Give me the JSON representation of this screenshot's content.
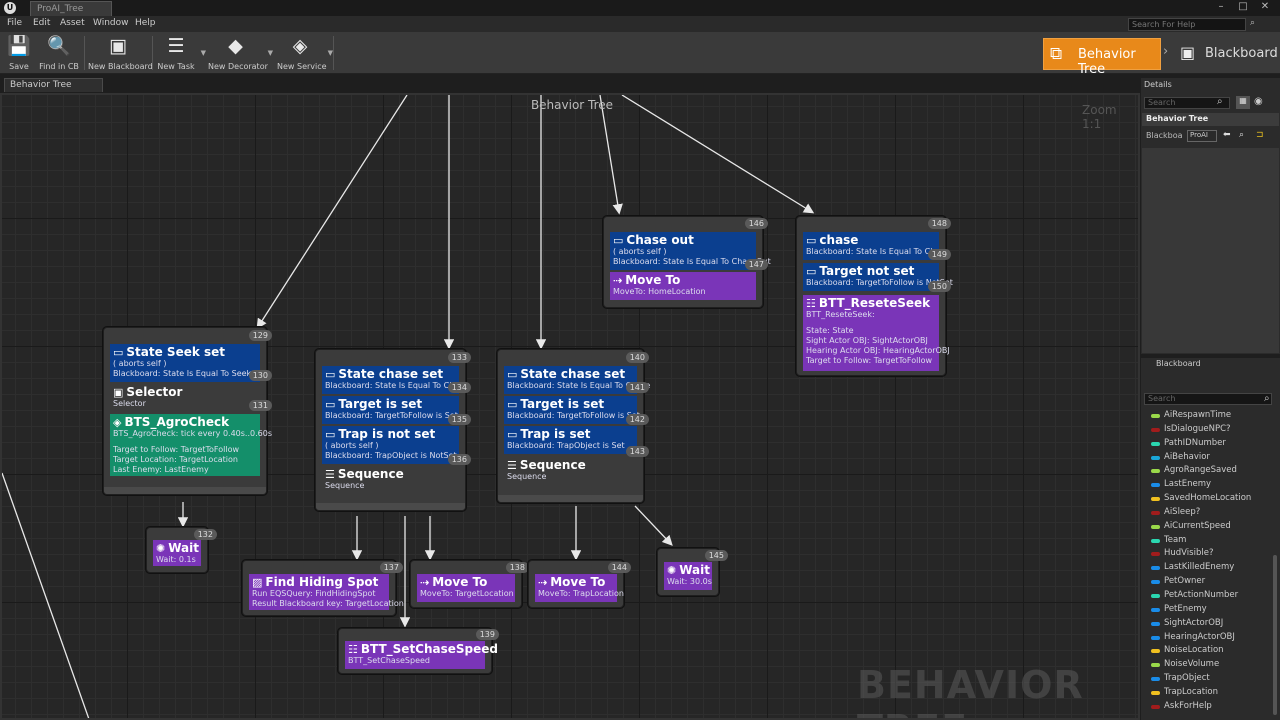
{
  "window": {
    "tab": "ProAI_Tree",
    "help_search": "Search For Help",
    "controls": [
      "–",
      "□",
      "✕"
    ]
  },
  "menu": [
    "File",
    "Edit",
    "Asset",
    "Window",
    "Help"
  ],
  "toolbar": [
    {
      "label": "Save",
      "icon": "save-icon",
      "glyph": "💾"
    },
    {
      "label": "Find in CB",
      "icon": "search-icon",
      "glyph": "🔍"
    },
    {
      "label": "New Blackboard",
      "icon": "new-blackboard-icon",
      "glyph": "▣"
    },
    {
      "label": "New Task",
      "icon": "new-task-icon",
      "glyph": "☰"
    },
    {
      "label": "New Decorator",
      "icon": "new-decorator-icon",
      "glyph": "◆"
    },
    {
      "label": "New Service",
      "icon": "new-service-icon",
      "glyph": "◈"
    }
  ],
  "modes": {
    "behavior_tree": "Behavior Tree",
    "blackboard": "Blackboard",
    "separator": "›"
  },
  "panel_tab": "Behavior Tree",
  "graph": {
    "title": "Behavior Tree",
    "zoom": "Zoom 1:1",
    "watermark": "BEHAVIOR TREE"
  },
  "nodes": {
    "n129": {
      "index": "129",
      "decorator_title": "State Seek set",
      "decorator_sub1": "( aborts self )",
      "decorator_sub2": "Blackboard: State Is Equal To Seek",
      "decorator_index": "130",
      "composite_title": "Selector",
      "composite_sub": "Selector",
      "composite_index": "131",
      "service_title": "BTS_AgroCheck",
      "service_lines": [
        "BTS_AgroCheck: tick every 0.40s..0.60s",
        "",
        "Target to Follow: TargetToFollow",
        "Target Location: TargetLocation",
        "Last Enemy: LastEnemy"
      ]
    },
    "n132": {
      "index": "132",
      "title": "Wait",
      "sub": "Wait: 0.1s"
    },
    "n133": {
      "index": "133",
      "d1_title": "State chase set",
      "d1_sub": "Blackboard: State Is Equal To Chase",
      "d1_index": "134",
      "d2_title": "Target is set",
      "d2_sub": "Blackboard: TargetToFollow is Set",
      "d2_index": "135",
      "d3_title": "Trap is not set",
      "d3_sub1": "( aborts self )",
      "d3_sub2": "Blackboard: TrapObject is NotSet",
      "d3_index": "136",
      "composite_title": "Sequence",
      "composite_sub": "Sequence"
    },
    "n137": {
      "index": "137",
      "title": "Find Hiding Spot",
      "sub1": "Run EQSQuery: FindHidingSpot",
      "sub2": "Result Blackboard key: TargetLocation"
    },
    "n138": {
      "index": "138",
      "title": "Move To",
      "sub": "MoveTo: TargetLocation"
    },
    "n139": {
      "index": "139",
      "title": "BTT_SetChaseSpeed",
      "sub": "BTT_SetChaseSpeed"
    },
    "n140": {
      "index": "140",
      "d1_title": "State chase set",
      "d1_sub": "Blackboard: State Is Equal To Chase",
      "d1_index": "141",
      "d2_title": "Target is set",
      "d2_sub": "Blackboard: TargetToFollow is Set",
      "d2_index": "142",
      "d3_title": "Trap is set",
      "d3_sub": "Blackboard: TrapObject is Set",
      "d3_index": "143",
      "composite_title": "Sequence",
      "composite_sub": "Sequence"
    },
    "n144": {
      "index": "144",
      "title": "Move To",
      "sub": "MoveTo: TrapLocation"
    },
    "n145": {
      "index": "145",
      "title": "Wait",
      "sub": "Wait: 30.0s"
    },
    "n146": {
      "index": "146",
      "d1_title": "Chase out",
      "d1_sub1": "( aborts self )",
      "d1_sub2": "Blackboard: State Is Equal To ChaseOut",
      "d1_index": "147",
      "task_title": "Move To",
      "task_sub": "MoveTo: HomeLocation"
    },
    "n148": {
      "index": "148",
      "d1_title": "chase",
      "d1_sub": "Blackboard: State Is Equal To Chase",
      "d1_index": "149",
      "d2_title": "Target not set",
      "d2_sub": "Blackboard: TargetToFollow is NotSet",
      "d2_index": "150",
      "task_title": "BTT_ReseteSeek",
      "task_lines": [
        "BTT_ReseteSeek:",
        "",
        "State: State",
        "Sight Actor OBJ: SightActorOBJ",
        "Hearing Actor OBJ: HearingActorOBJ",
        "Target to Follow: TargetToFollow"
      ]
    }
  },
  "details": {
    "header": "Details",
    "search": "Search",
    "section": "Behavior Tree",
    "row_label": "Blackboa",
    "row_value": "ProAI"
  },
  "blackboard": {
    "header": "Blackboard",
    "search": "Search",
    "keys": [
      {
        "name": "AiRespawnTime",
        "color": "#9ad94a"
      },
      {
        "name": "IsDialogueNPC?",
        "color": "#a11c1c"
      },
      {
        "name": "PathIDNumber",
        "color": "#2bd7b0"
      },
      {
        "name": "AiBehavior",
        "color": "#1aa7d8"
      },
      {
        "name": "AgroRangeSaved",
        "color": "#9ad94a"
      },
      {
        "name": "LastEnemy",
        "color": "#1a8ce8"
      },
      {
        "name": "SavedHomeLocation",
        "color": "#f0c020"
      },
      {
        "name": "AiSleep?",
        "color": "#a11c1c"
      },
      {
        "name": "AiCurrentSpeed",
        "color": "#9ad94a"
      },
      {
        "name": "Team",
        "color": "#2bd7b0"
      },
      {
        "name": "HudVisible?",
        "color": "#a11c1c"
      },
      {
        "name": "LastKilledEnemy",
        "color": "#1a8ce8"
      },
      {
        "name": "PetOwner",
        "color": "#1a8ce8"
      },
      {
        "name": "PetActionNumber",
        "color": "#2bd7b0"
      },
      {
        "name": "PetEnemy",
        "color": "#1a8ce8"
      },
      {
        "name": "SightActorOBJ",
        "color": "#1a8ce8"
      },
      {
        "name": "HearingActorOBJ",
        "color": "#1a8ce8"
      },
      {
        "name": "NoiseLocation",
        "color": "#f0c020"
      },
      {
        "name": "NoiseVolume",
        "color": "#9ad94a"
      },
      {
        "name": "TrapObject",
        "color": "#1a8ce8"
      },
      {
        "name": "TrapLocation",
        "color": "#f0c020"
      },
      {
        "name": "AskForHelp",
        "color": "#a11c1c"
      }
    ]
  }
}
